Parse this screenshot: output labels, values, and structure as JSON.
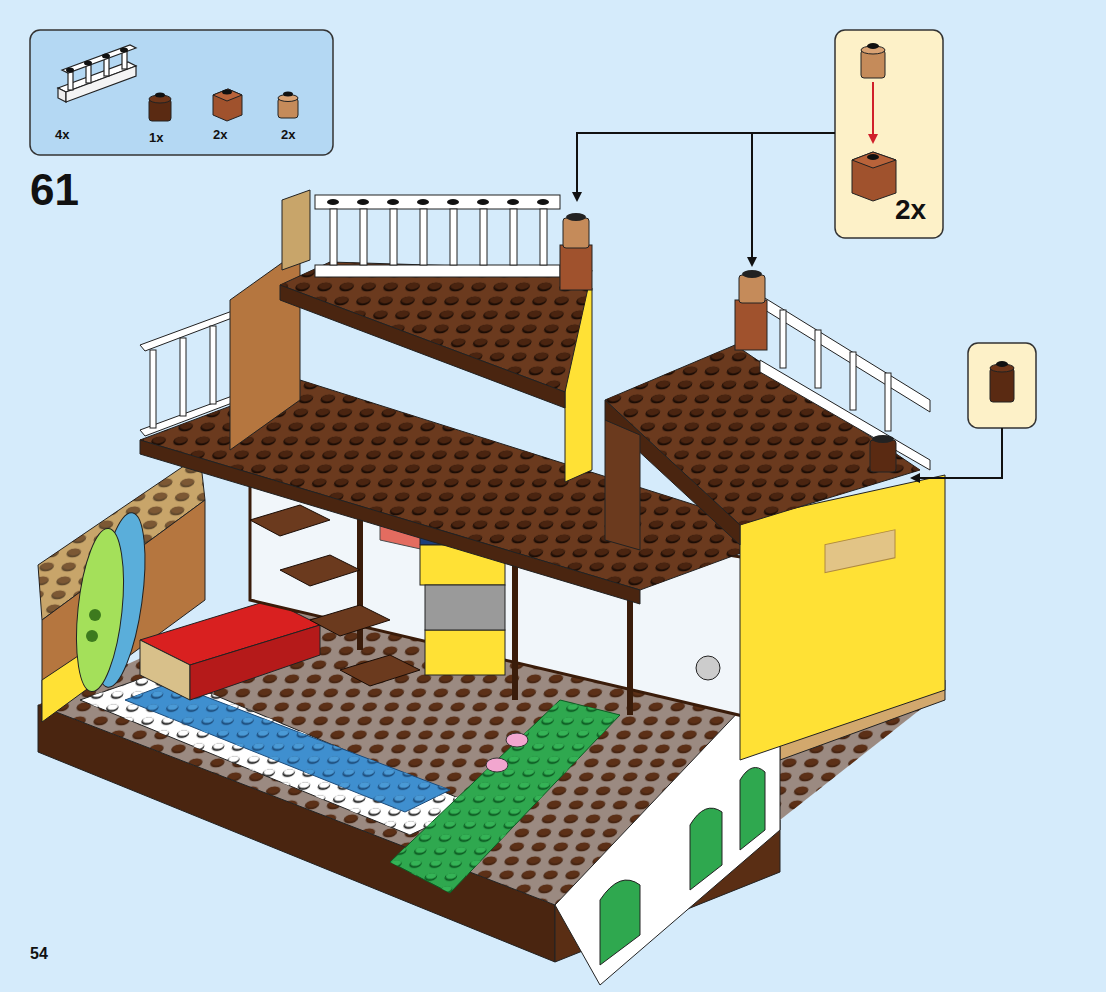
{
  "diagram": {
    "nodes": [
      {
        "text": [
          "4x",
          "1x",
          "2x",
          "2x"
        ]
      },
      {
        "text": [
          "2x"
        ]
      }
    ],
    "labels": [
      "61",
      "54"
    ]
  }
}
